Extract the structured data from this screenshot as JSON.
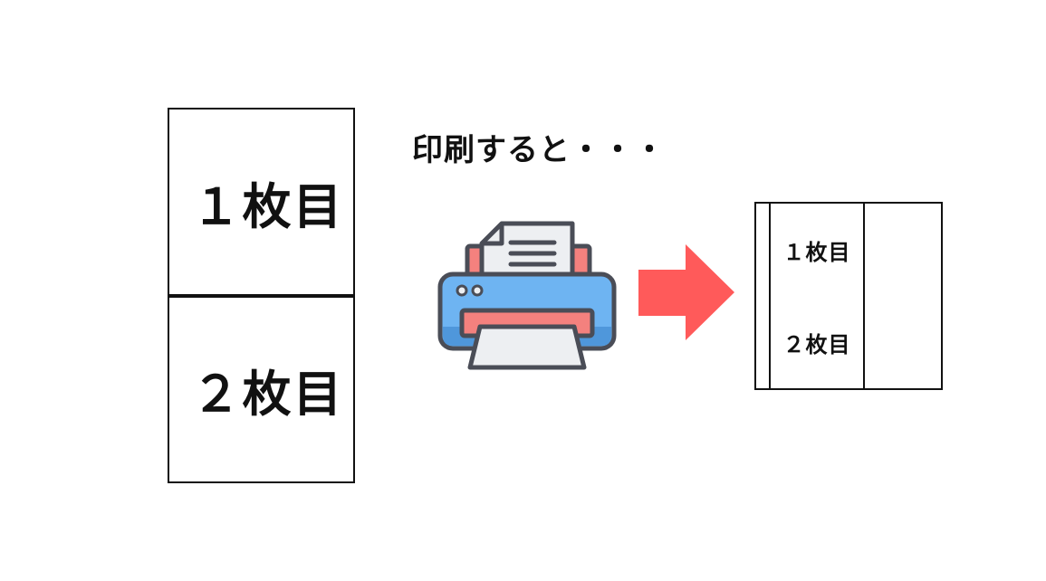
{
  "source_pages": [
    {
      "label": "１枚目"
    },
    {
      "label": "２枚目"
    }
  ],
  "caption": "印刷すると・・・",
  "printed_sheet": {
    "pages": [
      {
        "label": "１枚目"
      },
      {
        "label": "２枚目"
      }
    ]
  },
  "icons": {
    "printer": "printer-icon",
    "arrow": "right-arrow-icon"
  },
  "colors": {
    "printer_body": "#6EB4F2",
    "printer_trim": "#F4817E",
    "paper": "#EDEFF2",
    "outline": "#4A4D57",
    "arrow": "#FF5A5A"
  }
}
